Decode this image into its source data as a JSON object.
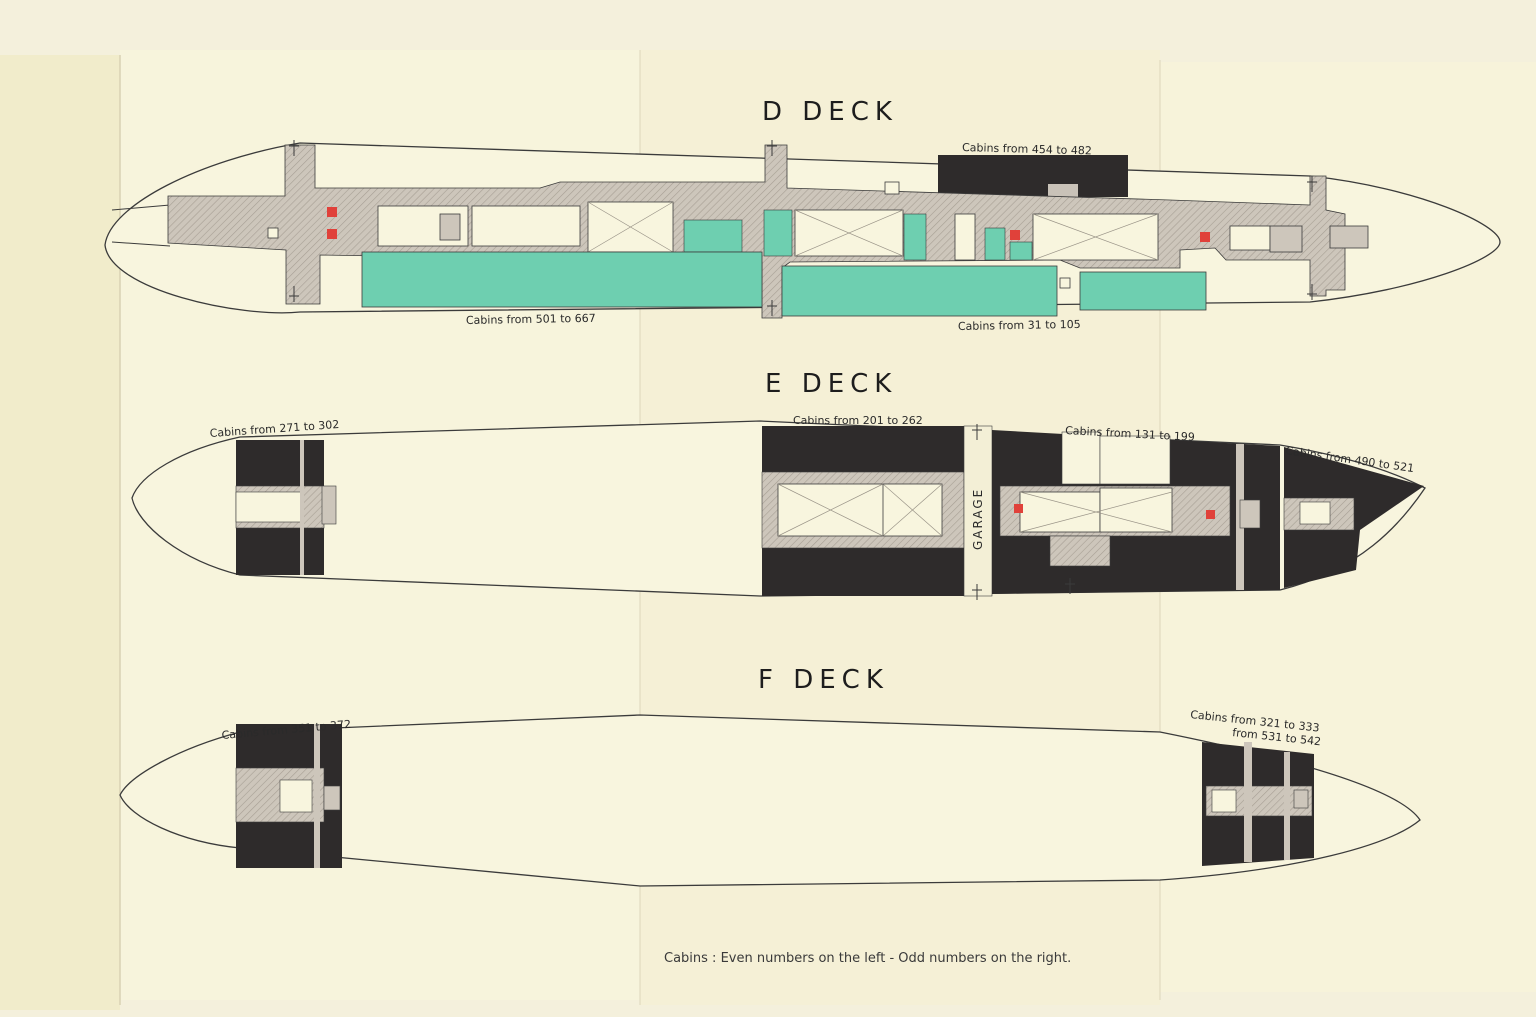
{
  "colors": {
    "paper": "#f6f3d8",
    "corridor": "#c9c2b8",
    "cabin_dark": "#2e2b2b",
    "cabin_green": "#6ecfb0",
    "lift_red": "#e0413a",
    "outline": "#3b3b3b"
  },
  "decks": [
    {
      "title": "D DECK",
      "labels": [
        "Cabins from 454 to 482",
        "Cabins from 501 to 667",
        "Cabins from 31 to 105"
      ]
    },
    {
      "title": "E DECK",
      "labels": [
        "Cabins from 271 to 302",
        "Cabins from 201 to 262",
        "Cabins from 131 to 199",
        "Cabins from 490 to 521"
      ],
      "garage": "GARAGE"
    },
    {
      "title": "F DECK",
      "labels": [
        "Cabins from 351 to 372",
        "Cabins from 321 to 333",
        "from 531 to 542"
      ]
    }
  ],
  "footnote": "Cabins : Even numbers on the left - Odd numbers on the right."
}
